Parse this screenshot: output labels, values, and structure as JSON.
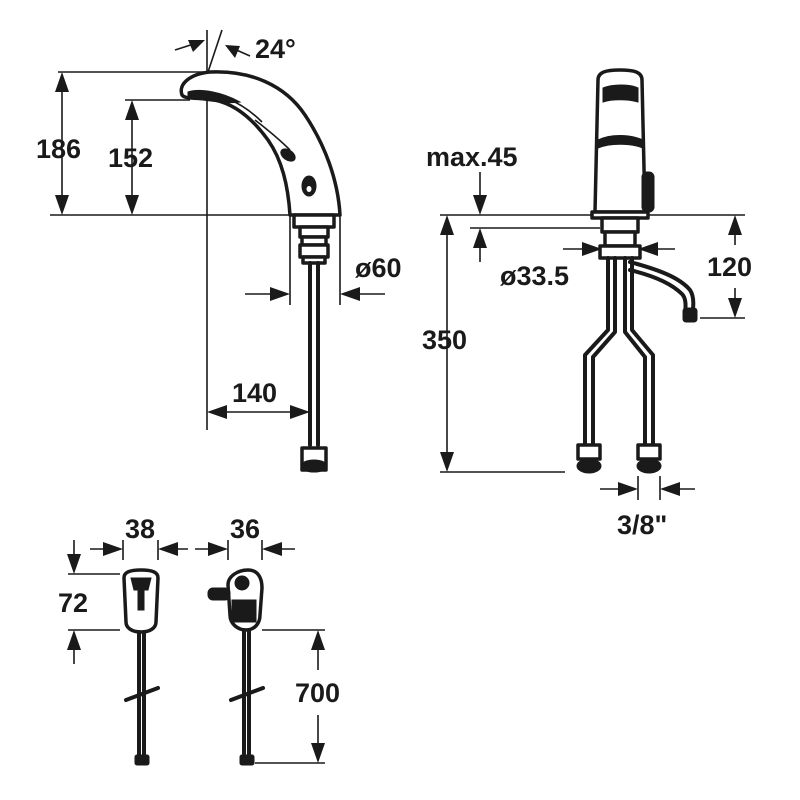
{
  "side_view": {
    "angle": "24°",
    "height_total": "186",
    "height_spout": "152",
    "diameter_base": "ø60",
    "reach": "140"
  },
  "front_view": {
    "deck_thickness": "max.45",
    "hole_diameter": "ø33.5",
    "outlet_height": "120",
    "hose_length": "350",
    "connection": "3/8\""
  },
  "sensor_module": {
    "width_a": "38",
    "width_b": "36",
    "height": "72",
    "cable_length": "700"
  }
}
